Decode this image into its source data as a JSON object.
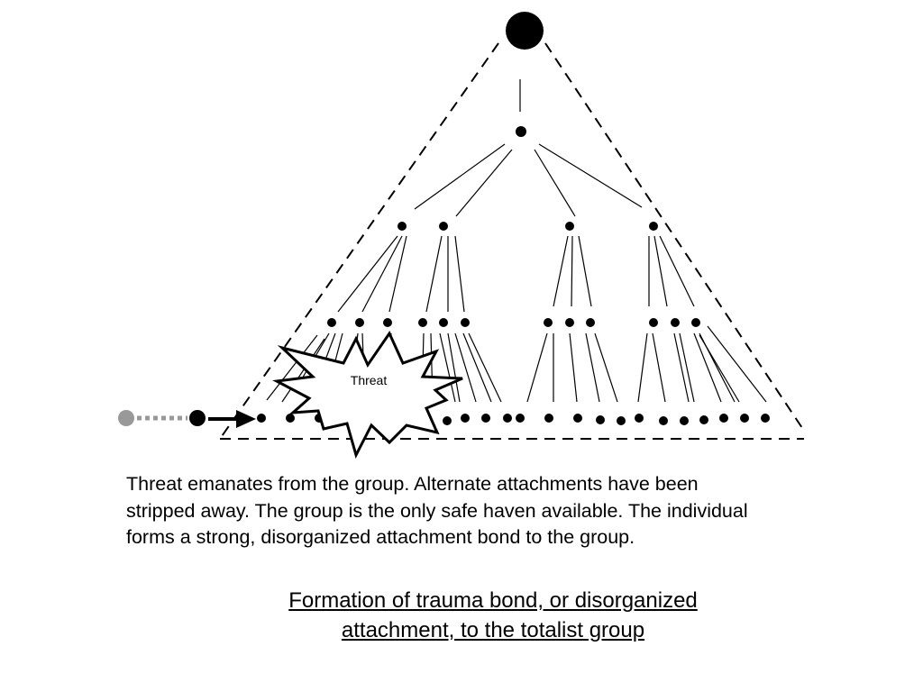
{
  "diagram": {
    "threat_label": "Threat"
  },
  "caption": {
    "lines": [
      "Threat emanates from the group. Alternate attachments have been",
      "stripped away. The group is the only safe haven available. The individual",
      "forms a strong, disorganized attachment bond to the group."
    ]
  },
  "title": {
    "lines": [
      "Formation of trauma bond, or disorganized",
      "attachment, to the totalist group"
    ]
  },
  "colors": {
    "outside_node": "#999999",
    "line": "#000000"
  }
}
